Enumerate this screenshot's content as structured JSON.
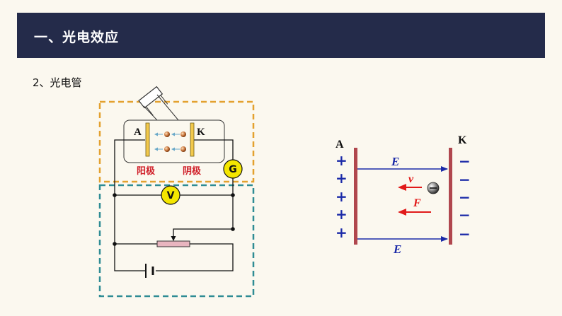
{
  "header": {
    "title": "一、光电效应"
  },
  "section": {
    "subtitle": "2、光电管"
  },
  "circuit": {
    "anode_label": "A",
    "cathode_label": "K",
    "anode_name": "阳极",
    "cathode_name": "阴极",
    "galvanometer_label": "G",
    "voltmeter_label": "V"
  },
  "field_diagram": {
    "anode_label": "A",
    "cathode_label": "K",
    "plus_sign": "+",
    "minus_sign": "−",
    "plus_count": 5,
    "minus_count": 5,
    "field_label_top": "E",
    "field_label_bottom": "E",
    "velocity_label": "v",
    "force_label": "F"
  },
  "colors": {
    "header_bg": "#242b4a",
    "background": "#fbf8ef",
    "orange_border": "#e3a12f",
    "teal_border": "#2e8c94",
    "plate_red": "#b0474e",
    "field_blue": "#1b2aa8",
    "arrow_red": "#e11a1a",
    "meter_yellow": "#f4e600"
  }
}
